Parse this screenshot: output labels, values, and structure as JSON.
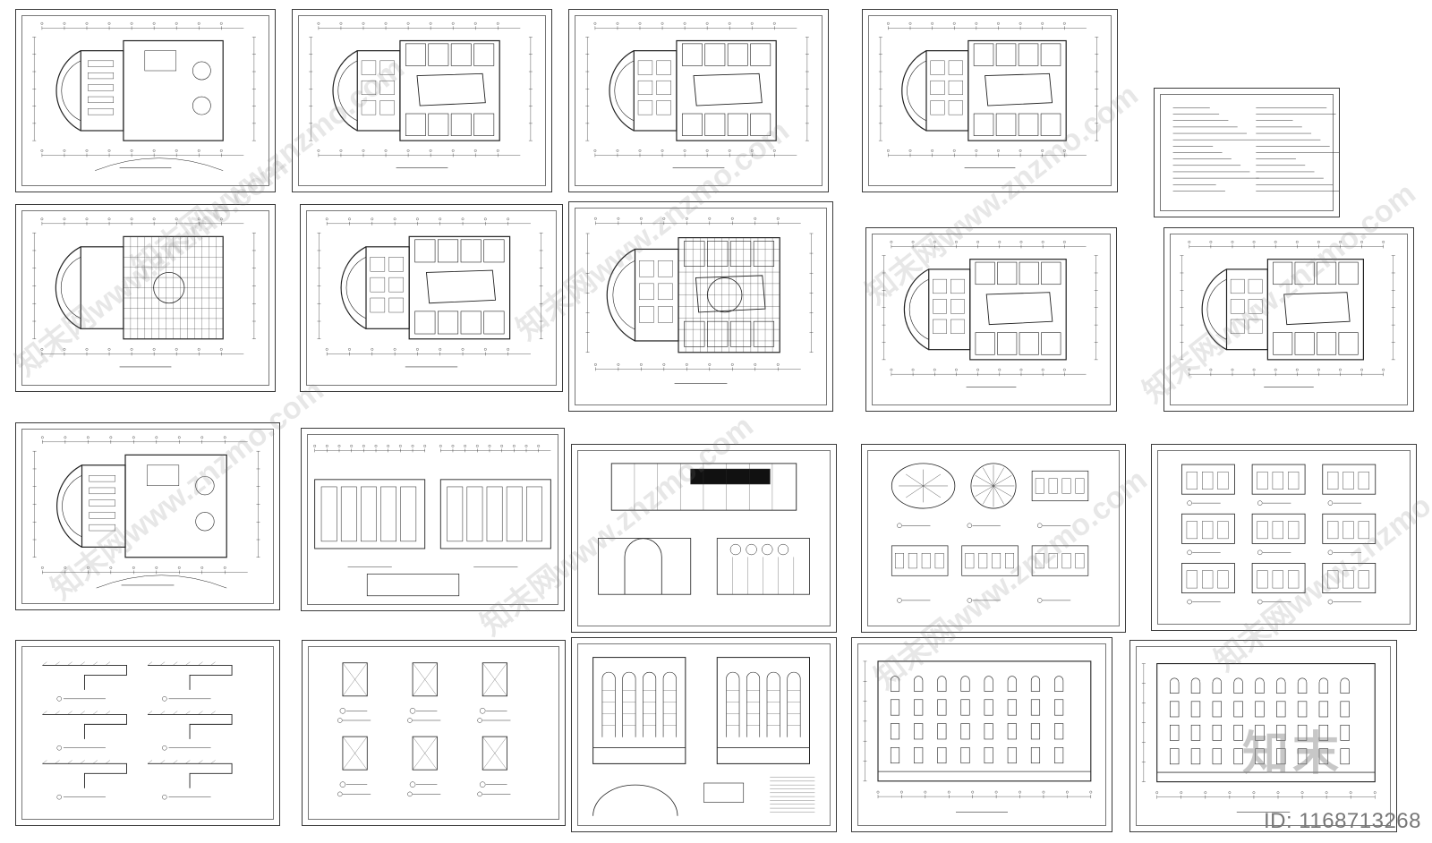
{
  "brand": {
    "logo_text": "知末",
    "id_text": "ID: 1168713268",
    "watermark_text": "知末网www.znzmo.com",
    "logo_color": "#8a8a8a"
  },
  "sheets": [
    {
      "id": "s1",
      "kind": "plan-full"
    },
    {
      "id": "s2",
      "kind": "plan-rooms"
    },
    {
      "id": "s3",
      "kind": "plan-rooms"
    },
    {
      "id": "s4",
      "kind": "plan-rooms"
    },
    {
      "id": "s5",
      "kind": "notes"
    },
    {
      "id": "s6",
      "kind": "plan-ceiling"
    },
    {
      "id": "s7",
      "kind": "plan-rooms"
    },
    {
      "id": "s8",
      "kind": "plan-ceiling-2"
    },
    {
      "id": "s9",
      "kind": "plan-rooms"
    },
    {
      "id": "s10",
      "kind": "plan-rooms"
    },
    {
      "id": "s11",
      "kind": "plan-full"
    },
    {
      "id": "s12",
      "kind": "elevation-walls"
    },
    {
      "id": "s13",
      "kind": "elevation-lobby"
    },
    {
      "id": "s14",
      "kind": "ceiling-details"
    },
    {
      "id": "s15",
      "kind": "toilet-details"
    },
    {
      "id": "s16",
      "kind": "sections"
    },
    {
      "id": "s17",
      "kind": "node-details"
    },
    {
      "id": "s18",
      "kind": "facade-arch"
    },
    {
      "id": "s19",
      "kind": "facade-long"
    },
    {
      "id": "s20",
      "kind": "facade-long-2"
    }
  ]
}
